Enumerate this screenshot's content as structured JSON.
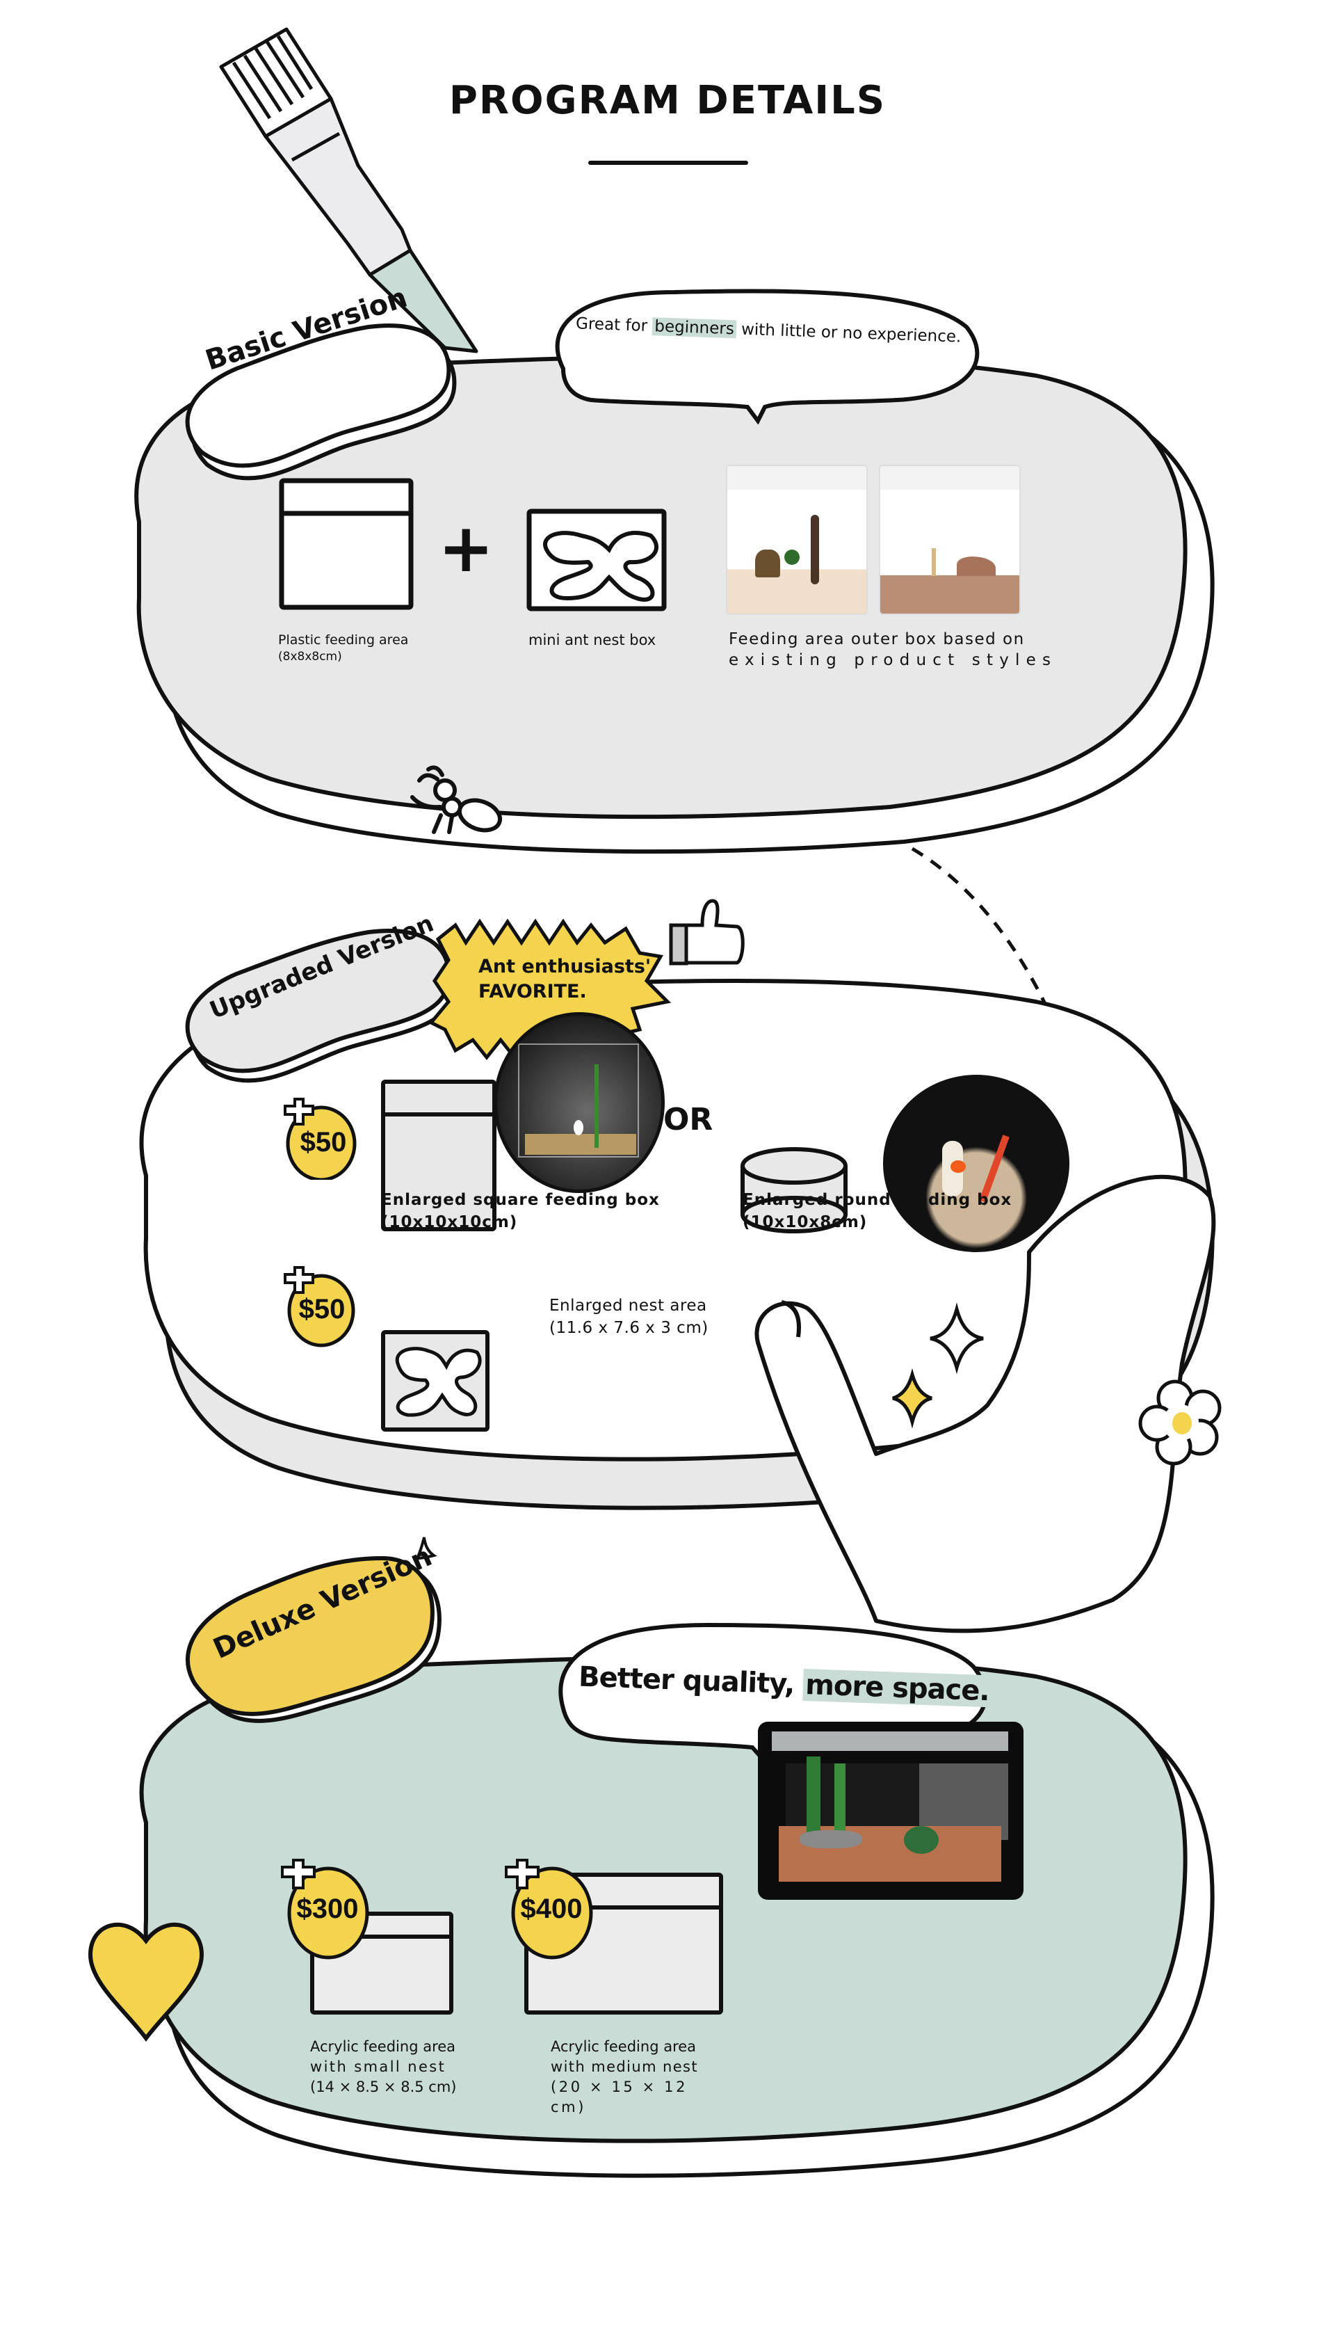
{
  "page": {
    "title": "PROGRAM DETAILS"
  },
  "colors": {
    "mint": "#c9ddd6",
    "light_gray": "#e8e8e8",
    "yellow": "#f4d44d",
    "ink": "#111111"
  },
  "basic": {
    "badge": "Basic Version",
    "bubble_prefix": "Great for ",
    "bubble_highlight": "beginners",
    "bubble_suffix": " with little or no experience.",
    "items": [
      {
        "name": "Plastic feeding area",
        "size": "(8x8x8cm)",
        "icon": "square-box-icon"
      },
      {
        "name": "mini ant nest box",
        "icon": "ant-nest-icon"
      },
      {
        "name": "Feeding area outer box based on",
        "name2": "existing product styles",
        "icon": "product-photo"
      }
    ],
    "plus": "+"
  },
  "upgraded": {
    "badge": "Upgraded Version",
    "burst_line1": "Ant enthusiasts'",
    "burst_line2": "FAVORITE.",
    "or_label": "OR",
    "options": [
      {
        "price": "$50",
        "name": "Enlarged square feeding box",
        "size": "(10x10x10cm)"
      },
      {
        "name": "Enlarged round feeding box",
        "size": "(10x10x8cm)"
      },
      {
        "price": "$50",
        "name": "Enlarged nest area",
        "size": "(11.6 x 7.6 x 3 cm)"
      }
    ]
  },
  "deluxe": {
    "badge": "Deluxe Version",
    "bubble_prefix": "Better quality, ",
    "bubble_highlight": "more space.",
    "options": [
      {
        "price": "$300",
        "line1": "Acrylic feeding area",
        "line2": "with small nest",
        "size": "(14 × 8.5 × 8.5 cm)"
      },
      {
        "price": "$400",
        "line1": "Acrylic feeding area",
        "line2": "with medium nest",
        "size": "(20 × 15 × 12 cm)"
      }
    ]
  }
}
